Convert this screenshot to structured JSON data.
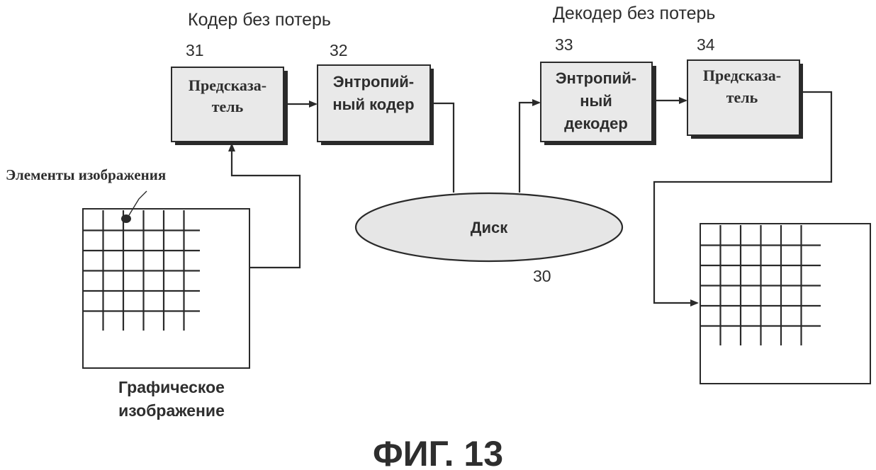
{
  "headings": {
    "encoder": "Кодер без потерь",
    "decoder": "Декодер без потерь"
  },
  "blocks": [
    {
      "id": "31",
      "label_lines": [
        "Предсказа-",
        "тель"
      ],
      "role": "predictor-encoder"
    },
    {
      "id": "32",
      "label_lines": [
        "Энтропий-",
        "ный кодер"
      ],
      "role": "entropy-coder"
    },
    {
      "id": "33",
      "label_lines": [
        "Энтропий-",
        "ный",
        "декодер"
      ],
      "role": "entropy-decoder"
    },
    {
      "id": "34",
      "label_lines": [
        "Предсказа-",
        "тель"
      ],
      "role": "predictor-decoder"
    }
  ],
  "disk": {
    "label": "Диск",
    "id": "30"
  },
  "source_image": {
    "pointer_label": "Элементы изображения",
    "caption_lines": [
      "Графическое",
      "изображение"
    ]
  },
  "figure_caption": "ФИГ. 13",
  "colors": {
    "ink": "#2e2e2e",
    "block_fill": "#e9e9e9",
    "disk_fill": "#e6e6e6"
  }
}
